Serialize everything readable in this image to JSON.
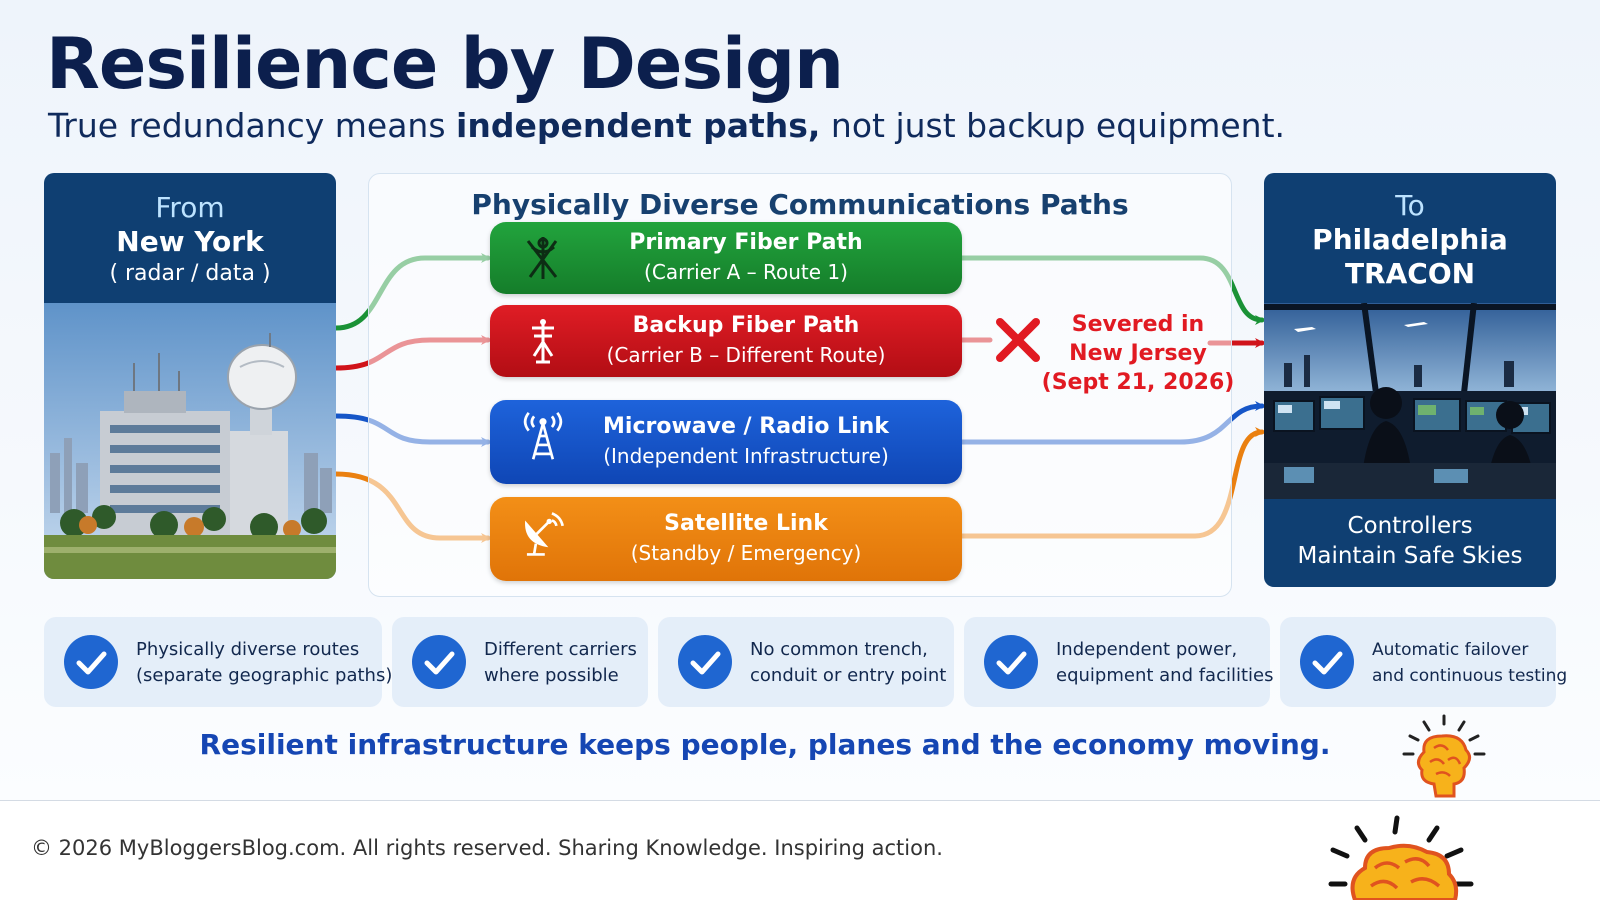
{
  "header": {
    "title": "Resilience by Design",
    "subtitle_a": "True redundancy means ",
    "subtitle_b": "independent paths,",
    "subtitle_c": " not just backup equipment."
  },
  "from_panel": {
    "line1": "From",
    "line2": "New York",
    "line3": "( radar / data )"
  },
  "to_panel": {
    "line1": "To",
    "line2": "Philadelphia",
    "line3": "TRACON",
    "footer1": "Controllers",
    "footer2": "Maintain Safe Skies"
  },
  "paths_section": {
    "title": "Physically Diverse Communications Paths",
    "paths": [
      {
        "name": "Primary Fiber Path",
        "sub": "(Carrier A – Route 1)",
        "color": "#1a9236",
        "icon": "fiber-cable-icon"
      },
      {
        "name": "Backup Fiber Path",
        "sub": "(Carrier B – Different Route)",
        "color": "#d0131a",
        "icon": "utility-pole-icon"
      },
      {
        "name": "Microwave / Radio Link",
        "sub": "(Independent Infrastructure)",
        "color": "#1656c8",
        "icon": "radio-tower-icon"
      },
      {
        "name": "Satellite Link",
        "sub": "(Standby / Emergency)",
        "color": "#ea8010",
        "icon": "satellite-dish-icon"
      }
    ],
    "severed_note": {
      "line1": "Severed in",
      "line2": "New Jersey",
      "line3": "(Sept 21, 2026)",
      "icon": "x-mark-icon"
    }
  },
  "features": [
    {
      "line1": "Physically diverse routes",
      "line2": "(separate geographic paths)"
    },
    {
      "line1": "Different carriers",
      "line2": "where possible"
    },
    {
      "line1": "No common trench,",
      "line2": "conduit or entry point"
    },
    {
      "line1": "Independent power,",
      "line2": "equipment and facilities"
    },
    {
      "line1": "Automatic failover",
      "line2": "and continuous testing"
    }
  ],
  "tagline": "Resilient infrastructure keeps people, planes and the economy moving.",
  "footer": {
    "copyright": "© 2026 MyBloggersBlog.com. All rights reserved. Sharing Knowledge. Inspiring action."
  },
  "colors": {
    "navy_panel": "#0f3f72",
    "title_navy": "#0c1f4d",
    "green": "#1a9236",
    "red": "#d0131a",
    "blue": "#1656c8",
    "orange": "#ea8010",
    "check_blue": "#1f66d1"
  }
}
